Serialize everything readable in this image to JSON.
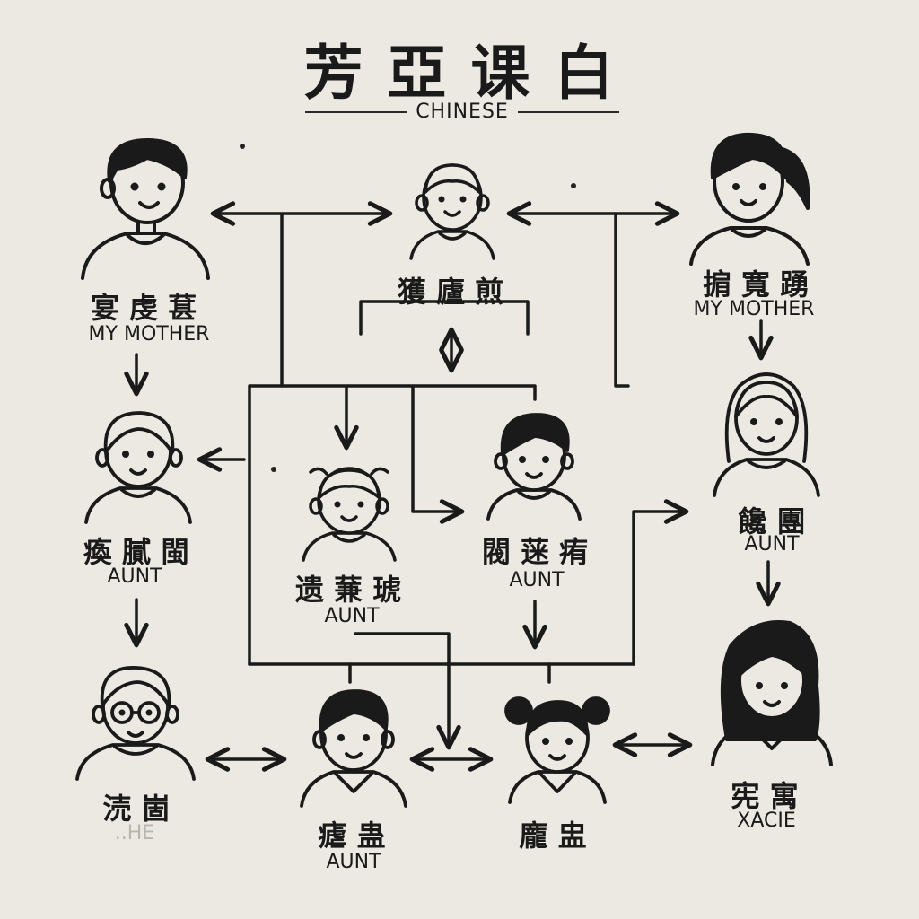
{
  "header": {
    "title": "芳 亞 课 白",
    "subtitle": "CHINESE"
  },
  "people": [
    {
      "id": "p1",
      "cn": "宴 虔 葚",
      "en": "MY MOTHER",
      "icon": "man-short-hair-icon"
    },
    {
      "id": "p2",
      "cn": "獲 廬 煎",
      "en": "",
      "icon": "child-icon"
    },
    {
      "id": "p3",
      "cn": "掮 寬 踴",
      "en": "MY MOTHER",
      "icon": "woman-ponytail-icon"
    },
    {
      "id": "p4",
      "cn": "瘓 膩 閩",
      "en": "AUNT",
      "icon": "woman-short-hair-icon"
    },
    {
      "id": "p5",
      "cn": "遗 蒹 琥",
      "en": "AUNT",
      "icon": "girl-buns-icon"
    },
    {
      "id": "p6",
      "cn": "閥 蒾 痏",
      "en": "AUNT",
      "icon": "boy-icon"
    },
    {
      "id": "p7",
      "cn": "饞 團",
      "en": "AUNT",
      "icon": "woman-long-hair-icon"
    },
    {
      "id": "p8",
      "cn": "涜 崮",
      "en": "..HE",
      "icon": "person-glasses-icon"
    },
    {
      "id": "p9",
      "cn": "瘧 蛊",
      "en": "AUNT",
      "icon": "boy-collar-icon"
    },
    {
      "id": "p10",
      "cn": "龐 盅",
      "en": "",
      "icon": "girl-twin-buns-icon"
    },
    {
      "id": "p11",
      "cn": "宪 寓",
      "en": "XACIE",
      "icon": "woman-kimono-icon"
    }
  ]
}
